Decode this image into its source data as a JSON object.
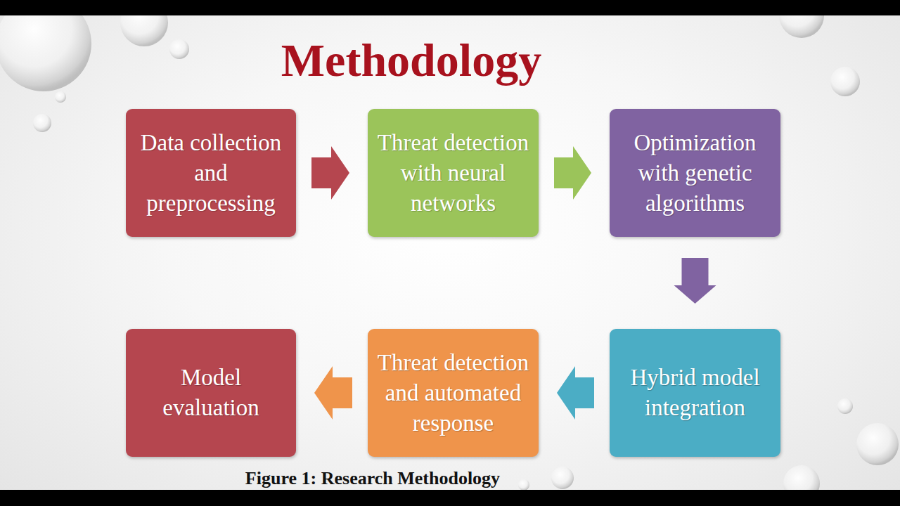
{
  "diagram": {
    "title": "Methodology",
    "caption": "Figure 1: Research Methodology",
    "nodes": [
      {
        "text": [
          "Data collection and preprocessing"
        ]
      },
      {
        "text": [
          "Threat detection with neural networks"
        ]
      },
      {
        "text": [
          "Optimization with genetic algorithms"
        ]
      },
      {
        "text": [
          "Hybrid model integration"
        ]
      },
      {
        "text": [
          "Threat detection and automated response"
        ]
      },
      {
        "text": [
          "Model evaluation"
        ]
      }
    ],
    "edges": [
      {
        "from": 0,
        "to": 1,
        "arrow": "to"
      },
      {
        "from": 1,
        "to": 2,
        "arrow": "to"
      },
      {
        "from": 2,
        "to": 3,
        "arrow": "to"
      },
      {
        "from": 3,
        "to": 4,
        "arrow": "to"
      },
      {
        "from": 4,
        "to": 5,
        "arrow": "to"
      }
    ]
  }
}
